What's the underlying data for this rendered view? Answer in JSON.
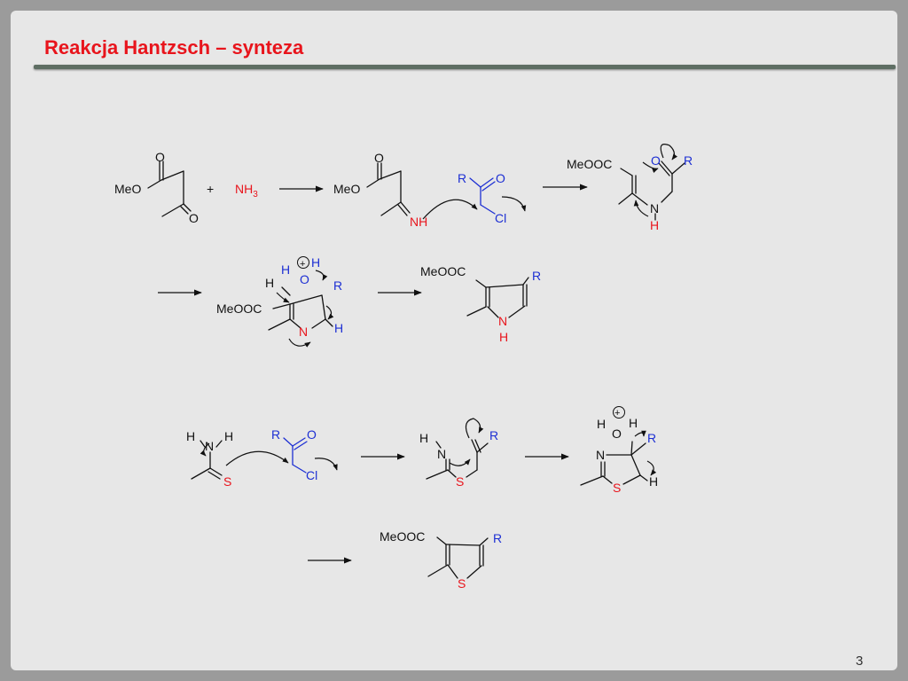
{
  "slide": {
    "title": "Reakcja Hantzsch – synteza",
    "page_number": "3"
  },
  "scheme": {
    "labels": {
      "O": "O",
      "MeO": "MeO",
      "plus": "+",
      "NH": "NH",
      "NH3_main": "NH",
      "NH3_sub": "3",
      "R": "R",
      "Cl": "Cl",
      "MeOOC": "MeOOC",
      "N": "N",
      "H": "H",
      "S": "S",
      "plus_charge": "+"
    },
    "colors": {
      "black": "#111111",
      "red": "#e8141c",
      "blue": "#1d2fd3"
    },
    "icons": [
      "reaction-arrow-icon",
      "curved-electron-arrow-icon",
      "positive-charge-icon"
    ]
  }
}
